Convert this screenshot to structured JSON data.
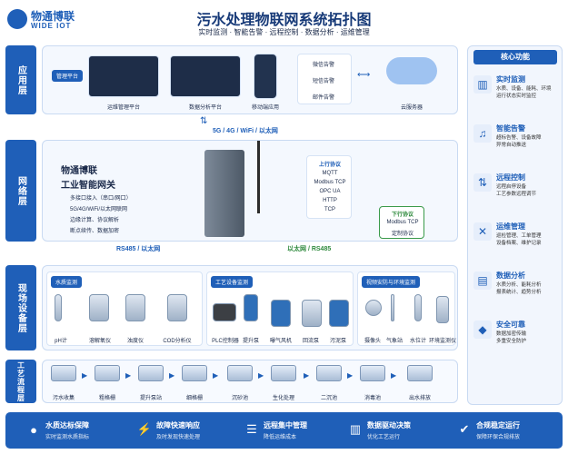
{
  "logo": {
    "name": "物通博联",
    "sub": "WIDE IOT"
  },
  "title": "污水处理物联网系统拓扑图",
  "subtitle_items": [
    "实时监测",
    "智能告警",
    "远程控制",
    "数据分析",
    "运维管理"
  ],
  "layers": [
    "应用层",
    "网络层",
    "现场设备层",
    "工艺流程层"
  ],
  "app": {
    "tag": "管理平台",
    "items": [
      "运维管理平台",
      "数据分析平台",
      "移动端应用"
    ],
    "alerts": [
      "微信告警",
      "短信告警",
      "邮件告警"
    ],
    "cloud": "云服务器"
  },
  "network_link": "5G / 4G / WiFi / 以太网",
  "gateway": {
    "brand": "物通博联",
    "name": "工业智能网关",
    "features": [
      "多接口接入（串口/网口）",
      "5G/4G/WiFi/以太网联网",
      "边缘计算、协议解析",
      "断点续传、数据加密"
    ],
    "up_title": "上行协议",
    "up": [
      "MQTT",
      "Modbus TCP",
      "OPC UA",
      "HTTP",
      "TCP"
    ],
    "down_title": "下行协议",
    "down": [
      "Modbus TCP",
      "定制协议"
    ]
  },
  "links": {
    "left": "RS485 / 以太网",
    "right": "以太网 / RS485"
  },
  "field": {
    "water": {
      "tag": "水质监测",
      "items": [
        "pH计",
        "溶解氧仪",
        "浊度仪",
        "COD分析仪"
      ]
    },
    "proc": {
      "tag": "工艺设备监测",
      "items": [
        "PLC控制器",
        "提升泵",
        "曝气风机",
        "回流泵",
        "污泥泵"
      ]
    },
    "env": {
      "tag": "视频安防与环境监测",
      "items": [
        "摄像头",
        "气象站",
        "水位计",
        "环境监测仪"
      ]
    }
  },
  "process": [
    "污水收集",
    "粗格栅",
    "提升泵站",
    "细格栅",
    "沉砂池",
    "生化处理",
    "二沉池",
    "消毒池",
    "出水排放"
  ],
  "core": {
    "title": "核心功能",
    "items": [
      {
        "icon": "bar-chart-icon",
        "title": "实时监测",
        "desc": [
          "水质、设备、能耗、环境",
          "运行状态实时监控"
        ]
      },
      {
        "icon": "bell-icon",
        "title": "智能告警",
        "desc": [
          "超标告警、设备故障",
          "异常自动推送"
        ]
      },
      {
        "icon": "updown-arrow-icon",
        "title": "远程控制",
        "desc": [
          "远程启停设备",
          "工艺参数远程调节"
        ]
      },
      {
        "icon": "wrench-icon",
        "title": "运维管理",
        "desc": [
          "巡检管理、工单管理",
          "设备档案、维护记录"
        ]
      },
      {
        "icon": "data-icon",
        "title": "数据分析",
        "desc": [
          "水质分析、能耗分析",
          "报表统计、趋势分析"
        ]
      },
      {
        "icon": "shield-icon",
        "title": "安全可靠",
        "desc": [
          "数据加密传输",
          "多重安全防护"
        ]
      }
    ]
  },
  "bottom": [
    {
      "icon": "drop-icon",
      "title": "水质达标保障",
      "desc": "实时监测水质指标"
    },
    {
      "icon": "bolt-icon",
      "title": "故障快速响应",
      "desc": "及时发现快速处理"
    },
    {
      "icon": "slider-icon",
      "title": "远程集中管理",
      "desc": "降低运维成本"
    },
    {
      "icon": "chart-icon",
      "title": "数据驱动决策",
      "desc": "优化工艺运行"
    },
    {
      "icon": "check-icon",
      "title": "合规稳定运行",
      "desc": "保障环保合规排放"
    }
  ]
}
